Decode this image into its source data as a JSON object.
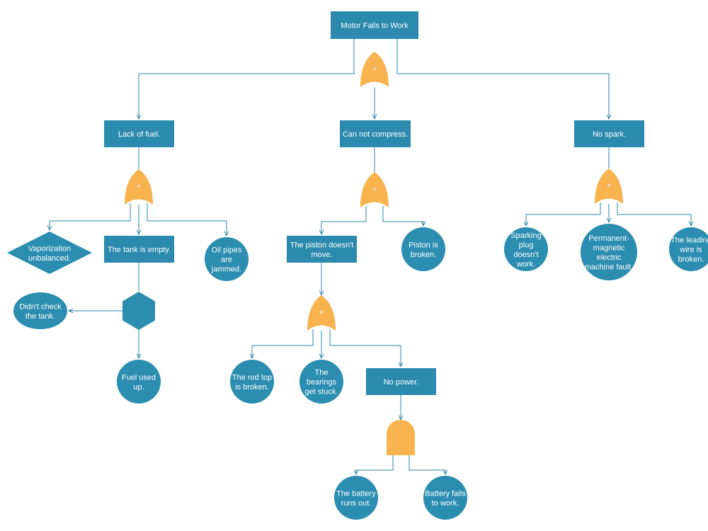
{
  "diagram": {
    "nodes": [
      {
        "id": "motor",
        "shape": "rect",
        "label": "Motor Fails to Work"
      },
      {
        "id": "fuel",
        "shape": "rect",
        "label": "Lack of fuel."
      },
      {
        "id": "compress",
        "shape": "rect",
        "label": "Can not compress."
      },
      {
        "id": "spark",
        "shape": "rect",
        "label": "No spark."
      },
      {
        "id": "vapor",
        "shape": "diamond",
        "label": "Vaporization unbalanced."
      },
      {
        "id": "tank",
        "shape": "rect",
        "label": "The tank is empty."
      },
      {
        "id": "oil",
        "shape": "circle",
        "label": "Oil pipes are jammed."
      },
      {
        "id": "check",
        "shape": "ellipse",
        "label": "Didn't check the tank."
      },
      {
        "id": "hexagon",
        "shape": "hexagon",
        "label": ""
      },
      {
        "id": "fuelused",
        "shape": "circle",
        "label": "Fuel used up."
      },
      {
        "id": "pistonmove",
        "shape": "rect",
        "label": "The piston doesn't move."
      },
      {
        "id": "pistonbroken",
        "shape": "circle",
        "label": "Piston is broken."
      },
      {
        "id": "rodtop",
        "shape": "circle",
        "label": "The rod top is broken."
      },
      {
        "id": "bearings",
        "shape": "circle",
        "label": "The bearings get stuck."
      },
      {
        "id": "nopower",
        "shape": "rect",
        "label": "No power."
      },
      {
        "id": "battery",
        "shape": "circle",
        "label": "The battery runs out."
      },
      {
        "id": "batteryfail",
        "shape": "circle",
        "label": "Battery fails to work."
      },
      {
        "id": "sparkplug",
        "shape": "circle",
        "label": "Sparking plug doesn't work."
      },
      {
        "id": "magnet",
        "shape": "circle",
        "label": "Permanent-magnetic electric machine fault."
      },
      {
        "id": "leadwire",
        "shape": "circle",
        "label": "The leading wire is broken."
      }
    ],
    "gates": [
      {
        "id": "g_top",
        "type": "or",
        "symbol": "+"
      },
      {
        "id": "g_fuel",
        "type": "or",
        "symbol": "+"
      },
      {
        "id": "g_compress",
        "type": "or",
        "symbol": "+"
      },
      {
        "id": "g_spark",
        "type": "or",
        "symbol": "+"
      },
      {
        "id": "g_piston",
        "type": "or",
        "symbol": "+"
      },
      {
        "id": "g_power",
        "type": "and",
        "symbol": ""
      }
    ],
    "edges": [
      {
        "from": "motor",
        "to": "fuel"
      },
      {
        "from": "motor",
        "to": "compress"
      },
      {
        "from": "motor",
        "to": "spark"
      },
      {
        "from": "fuel",
        "to": "vapor"
      },
      {
        "from": "fuel",
        "to": "tank"
      },
      {
        "from": "fuel",
        "to": "oil"
      },
      {
        "from": "tank",
        "to": "hexagon"
      },
      {
        "from": "hexagon",
        "to": "check"
      },
      {
        "from": "hexagon",
        "to": "fuelused"
      },
      {
        "from": "compress",
        "to": "pistonmove"
      },
      {
        "from": "compress",
        "to": "pistonbroken"
      },
      {
        "from": "pistonmove",
        "to": "rodtop"
      },
      {
        "from": "pistonmove",
        "to": "bearings"
      },
      {
        "from": "pistonmove",
        "to": "nopower"
      },
      {
        "from": "nopower",
        "to": "battery"
      },
      {
        "from": "nopower",
        "to": "batteryfail"
      },
      {
        "from": "spark",
        "to": "sparkplug"
      },
      {
        "from": "spark",
        "to": "magnet"
      },
      {
        "from": "spark",
        "to": "leadwire"
      }
    ]
  },
  "colors": {
    "node": "#2b8db0",
    "rect_node": "#2b8aad",
    "gate": "#f8b34f",
    "line": "#2b87a8",
    "text": "#ffffff"
  }
}
